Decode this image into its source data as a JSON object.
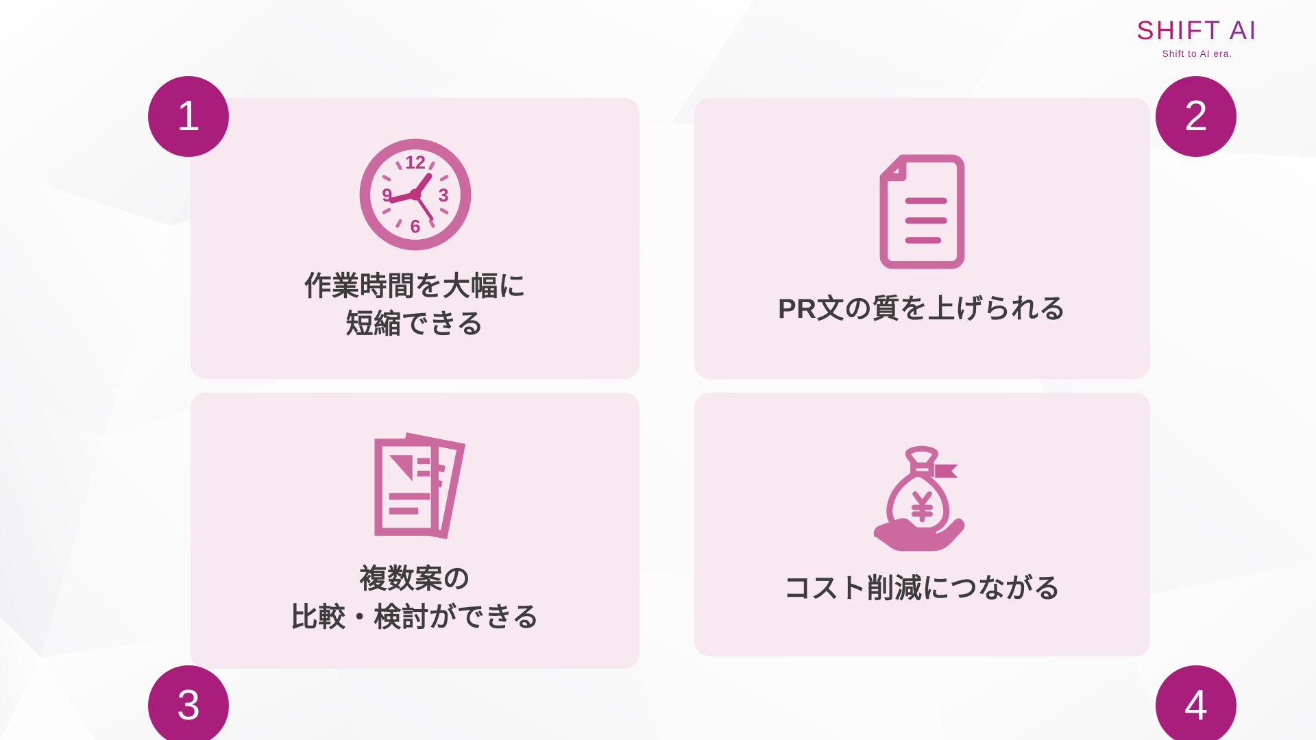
{
  "logo": {
    "wordmark": "SHIFT AI",
    "tagline": "Shift to AI era.",
    "gradient_start": "#cf0f4b",
    "gradient_end": "#7438b0"
  },
  "theme": {
    "card_bg": "#f8e9f0",
    "badge_bg": "#a81e7a",
    "icon_color": "#cc699f",
    "icon_color_deep": "#c0337f",
    "title_color": "#3c3c3c",
    "page_bg": "#ffffff"
  },
  "cards": [
    {
      "number": "1",
      "icon": "clock-icon",
      "icon_labels": [
        "12",
        "3",
        "6",
        "9"
      ],
      "title": "作業時間を大幅に\n短縮できる"
    },
    {
      "number": "2",
      "icon": "document-icon",
      "title": "PR文の質を上げられる"
    },
    {
      "number": "3",
      "icon": "multiple-documents-icon",
      "title": "複数案の\n比較・検討ができる"
    },
    {
      "number": "4",
      "icon": "money-bag-on-hand-icon",
      "icon_symbol": "¥",
      "title": "コスト削減につながる"
    }
  ]
}
